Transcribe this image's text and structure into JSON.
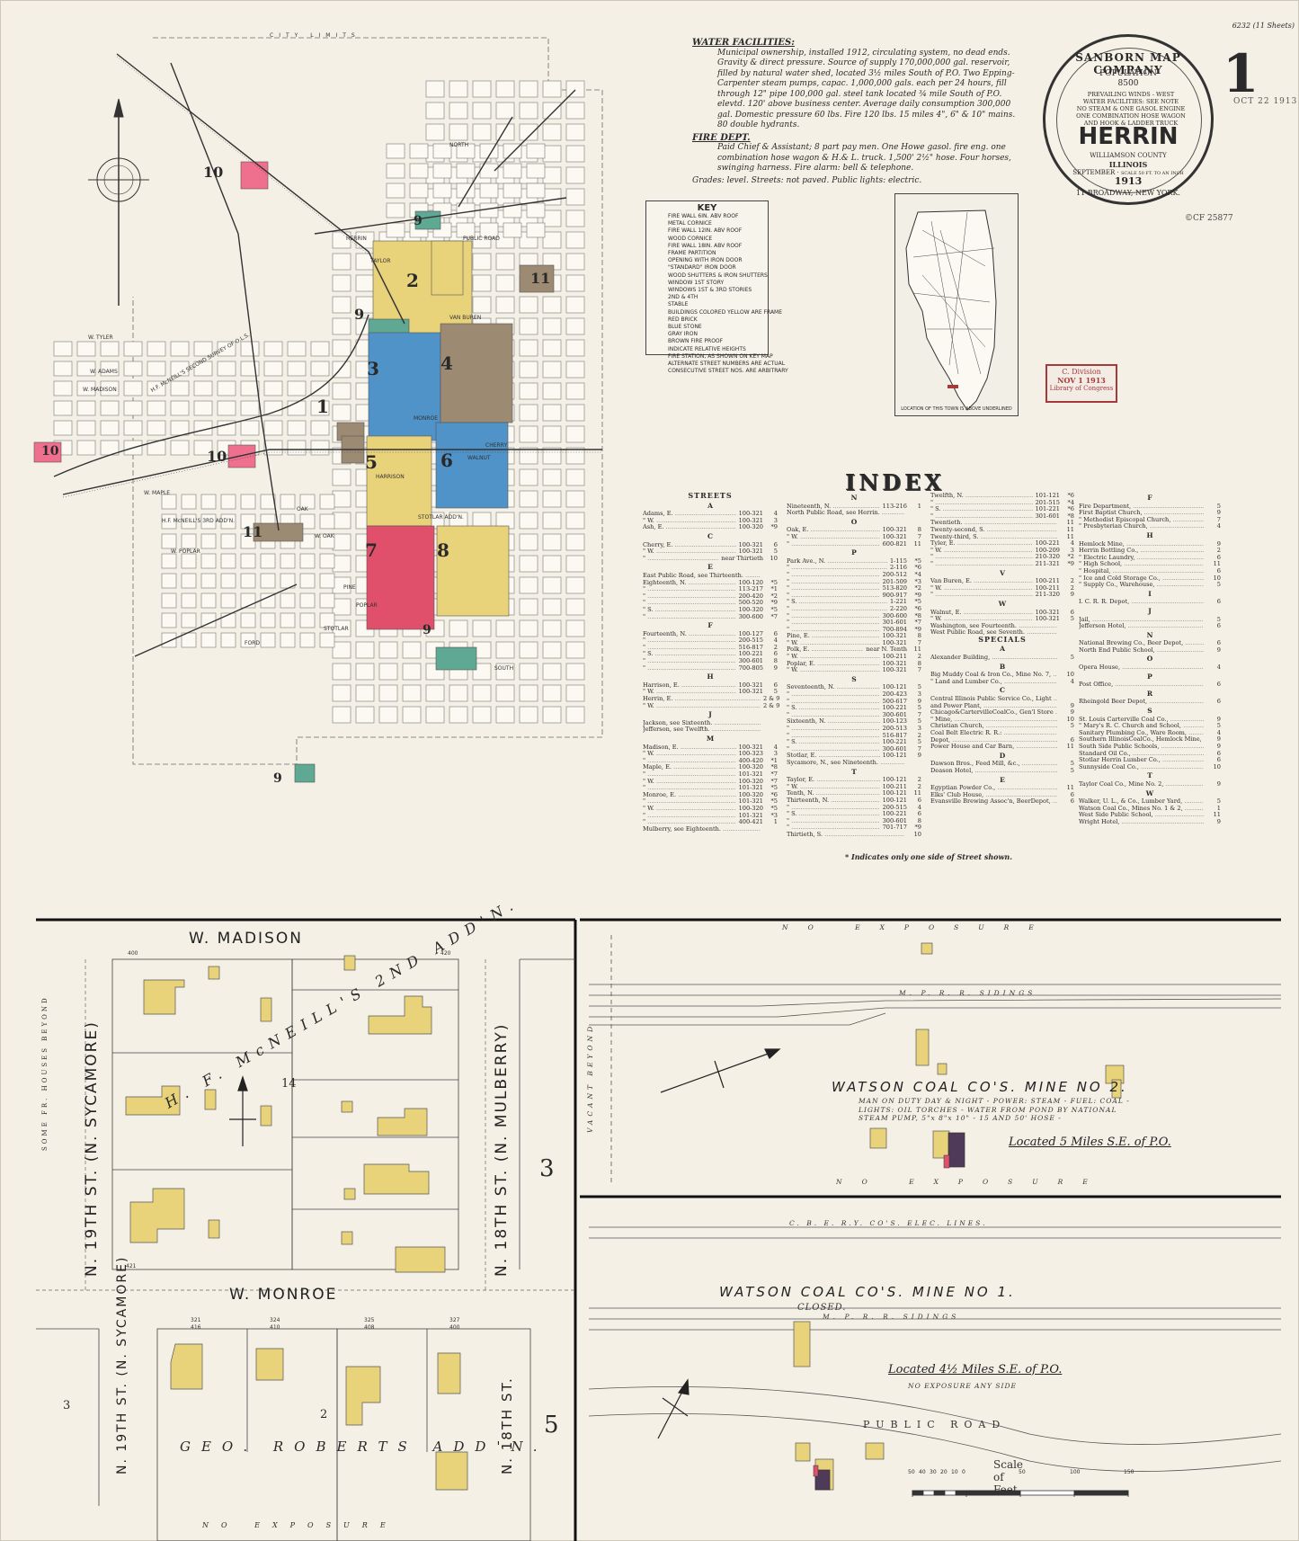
{
  "header": {
    "sheet_ref": "6232 (11 Sheets)",
    "sheet_number": "1",
    "date_stamp": "OCT 22 1913",
    "copyright_no": "©CF 25877"
  },
  "seal": {
    "company": "SANBORN MAP COMPANY",
    "population_label": "POPULATION",
    "population": "8500",
    "notes": [
      "PREVAILING WINDS - WEST",
      "WATER FACILITIES: SEE NOTE",
      "NO STEAM & ONE GASOL ENGINE",
      "ONE COMBINATION HOSE WAGON",
      "AND HOOK & LADDER TRUCK"
    ],
    "city": "HERRIN",
    "county": "WILLIAMSON COUNTY",
    "state": "ILLINOIS",
    "month": "SEPTEMBER",
    "scale": "SCALE 50 FT. TO AN INCH",
    "year": "1913",
    "address": "11 BROADWAY, NEW YORK."
  },
  "notes": {
    "water_heading": "WATER FACILITIES:",
    "water_text": "Municipal ownership, installed 1912, circulating system, no dead ends. Gravity & direct pressure. Source of supply 170,000,000 gal. reservoir, filled by natural water shed, located 3½ miles South of P.O. Two Epping-Carpenter steam pumps, capac. 1,000,000 gals. each per 24 hours, fill through 12\" pipe 100,000 gal. steel tank located ¾ mile South of P.O. elevtd. 120' above business center. Average daily consumption 300,000 gal. Domestic pressure 60 lbs. Fire 120 lbs. 15 miles 4\", 6\" & 10\" mains. 80 double hydrants.",
    "fire_heading": "FIRE DEPT.",
    "fire_text": "Paid Chief & Assistant; 8 part pay men. One Howe gasol. fire eng. one combination hose wagon & H.& L. truck. 1,500' 2½\" hose. Four horses, swinging harness. Fire alarm: bell & telephone.",
    "grades_text": "Grades: level. Streets: not paved. Public lights: electric."
  },
  "key": {
    "title": "KEY",
    "rows": [
      "FIRE WALL 6IN. ABV ROOF",
      "METAL CORNICE",
      "FIRE WALL 12IN. ABV ROOF",
      "WOOD CORNICE",
      "FIRE WALL 18IN. ABV ROOF",
      "FRAME PARTITION",
      "OPENING WITH IRON DOOR",
      "\"STANDARD\" IRON DOOR",
      "WOOD SHUTTERS & IRON SHUTTERS",
      "WINDOW 1ST STORY",
      "WINDOWS 1ST & 3RD STORIES",
      "2ND & 4TH",
      "STABLE",
      "BUILDINGS COLORED YELLOW ARE FRAME",
      "RED BRICK",
      "BLUE STONE",
      "GRAY IRON",
      "BROWN FIRE PROOF",
      "INDICATE RELATIVE HEIGHTS",
      "FIRE STATION, AS SHOWN ON KEY MAP",
      "ALTERNATE STREET NUMBERS ARE ACTUAL",
      "CONSECUTIVE STREET NOS. ARE ARBITRARY"
    ]
  },
  "inset": {
    "caption": "LOCATION OF THIS TOWN IS ABOVE UNDERLINED"
  },
  "library_stamp": {
    "line1": "C. Division",
    "line2": "NOV 1 1913",
    "line3": "Library of Congress"
  },
  "index": {
    "title": "INDEX",
    "footnote": "* Indicates only one side of Street shown.",
    "col1": [
      {
        "h": "STREETS"
      },
      {
        "c": "A"
      },
      {
        "n": "Adams, E.",
        "r": "100-321",
        "s": "4"
      },
      {
        "n": "\" W.",
        "r": "100-321",
        "s": "3"
      },
      {
        "n": "Ash, E.",
        "r": "100-320",
        "s": "*9"
      },
      {
        "c": "C"
      },
      {
        "n": "Cherry, E.",
        "r": "100-321",
        "s": "6"
      },
      {
        "n": "\" W.",
        "r": "100-321",
        "s": "5"
      },
      {
        "n": "\"",
        "r": "near Thirtieth",
        "s": "10"
      },
      {
        "c": "E"
      },
      {
        "n": "East Public Road, see Thirteenth.",
        "r": "",
        "s": ""
      },
      {
        "n": "Eighteenth, N.",
        "r": "100-120",
        "s": "*5"
      },
      {
        "n": "\"",
        "r": "113-217",
        "s": "*1"
      },
      {
        "n": "\"",
        "r": "200-420",
        "s": "*2"
      },
      {
        "n": "\"",
        "r": "500-520",
        "s": "*9"
      },
      {
        "n": "\" S.",
        "r": "100-320",
        "s": "*5"
      },
      {
        "n": "\"",
        "r": "300-600",
        "s": "*7"
      },
      {
        "c": "F"
      },
      {
        "n": "Fourteenth, N.",
        "r": "100-127",
        "s": "6"
      },
      {
        "n": "\"",
        "r": "200-515",
        "s": "4"
      },
      {
        "n": "\"",
        "r": "516-817",
        "s": "2"
      },
      {
        "n": "\" S.",
        "r": "100-221",
        "s": "6"
      },
      {
        "n": "\"",
        "r": "300-601",
        "s": "8"
      },
      {
        "n": "\"",
        "r": "700-805",
        "s": "9"
      },
      {
        "c": "H"
      },
      {
        "n": "Harrison, E.",
        "r": "100-321",
        "s": "6"
      },
      {
        "n": "\" W.",
        "r": "100-321",
        "s": "5"
      },
      {
        "n": "Herrin, E.",
        "r": "",
        "s": "2 & 9"
      },
      {
        "n": "\" W.",
        "r": "",
        "s": "2 & 9"
      },
      {
        "c": "J"
      },
      {
        "n": "Jackson, see Sixteenth.",
        "r": "",
        "s": ""
      },
      {
        "n": "Jefferson, see Twelfth.",
        "r": "",
        "s": ""
      },
      {
        "c": "M"
      },
      {
        "n": "Madison, E.",
        "r": "100-321",
        "s": "4"
      },
      {
        "n": "\" W.",
        "r": "100-323",
        "s": "3"
      },
      {
        "n": "\"",
        "r": "400-420",
        "s": "*1"
      },
      {
        "n": "Maple, E.",
        "r": "100-320",
        "s": "*8"
      },
      {
        "n": "\"",
        "r": "101-321",
        "s": "*7"
      },
      {
        "n": "\" W.",
        "r": "100-320",
        "s": "*7"
      },
      {
        "n": "\"",
        "r": "101-321",
        "s": "*5"
      },
      {
        "n": "Monroe, E.",
        "r": "100-320",
        "s": "*6"
      },
      {
        "n": "\"",
        "r": "101-321",
        "s": "*5"
      },
      {
        "n": "\" W.",
        "r": "100-320",
        "s": "*5"
      },
      {
        "n": "\"",
        "r": "101-321",
        "s": "*3"
      },
      {
        "n": "\"",
        "r": "400-421",
        "s": "1"
      },
      {
        "n": "Mulberry, see Eighteenth.",
        "r": "",
        "s": ""
      }
    ],
    "col2": [
      {
        "c": "N"
      },
      {
        "n": "Nineteenth, N.",
        "r": "113-216",
        "s": "1"
      },
      {
        "n": "North Public Road, see Herrin.",
        "r": "",
        "s": ""
      },
      {
        "c": "O"
      },
      {
        "n": "Oak, E.",
        "r": "100-321",
        "s": "8"
      },
      {
        "n": "\" W.",
        "r": "100-321",
        "s": "7"
      },
      {
        "n": "\"",
        "r": "600-821",
        "s": "11"
      },
      {
        "c": "P"
      },
      {
        "n": "Park Ave., N.",
        "r": "1-115",
        "s": "*5"
      },
      {
        "n": "\"",
        "r": "2-116",
        "s": "*6"
      },
      {
        "n": "\"",
        "r": "200-512",
        "s": "*4"
      },
      {
        "n": "\"",
        "r": "201-509",
        "s": "*3"
      },
      {
        "n": "\"",
        "r": "513-820",
        "s": "*2"
      },
      {
        "n": "\"",
        "r": "900-917",
        "s": "*9"
      },
      {
        "n": "\" S.",
        "r": "1-221",
        "s": "*5"
      },
      {
        "n": "\"",
        "r": "2-220",
        "s": "*6"
      },
      {
        "n": "\"",
        "r": "300-600",
        "s": "*8"
      },
      {
        "n": "\"",
        "r": "301-601",
        "s": "*7"
      },
      {
        "n": "\"",
        "r": "700-894",
        "s": "*9"
      },
      {
        "n": "Pine, E.",
        "r": "100-321",
        "s": "8"
      },
      {
        "n": "\" W.",
        "r": "100-321",
        "s": "7"
      },
      {
        "n": "Polk, E.",
        "r": "near N. Tenth",
        "s": "11"
      },
      {
        "n": "\" W.",
        "r": "100-211",
        "s": "2"
      },
      {
        "n": "Poplar, E.",
        "r": "100-321",
        "s": "8"
      },
      {
        "n": "\" W.",
        "r": "100-321",
        "s": "7"
      },
      {
        "c": "S"
      },
      {
        "n": "Seventeenth, N.",
        "r": "100-121",
        "s": "5"
      },
      {
        "n": "\"",
        "r": "200-423",
        "s": "3"
      },
      {
        "n": "\"",
        "r": "500-617",
        "s": "9"
      },
      {
        "n": "\" S.",
        "r": "100-221",
        "s": "5"
      },
      {
        "n": "\"",
        "r": "300-601",
        "s": "7"
      },
      {
        "n": "Sixteenth, N.",
        "r": "100-123",
        "s": "5"
      },
      {
        "n": "\"",
        "r": "200-513",
        "s": "3"
      },
      {
        "n": "\"",
        "r": "516-817",
        "s": "2"
      },
      {
        "n": "\" S.",
        "r": "100-221",
        "s": "5"
      },
      {
        "n": "\"",
        "r": "300-601",
        "s": "7"
      },
      {
        "n": "Stotlar, E.",
        "r": "100-121",
        "s": "9"
      },
      {
        "n": "Sycamore, N., see Nineteenth.",
        "r": "",
        "s": ""
      },
      {
        "c": "T"
      },
      {
        "n": "Taylor, E.",
        "r": "100-121",
        "s": "2"
      },
      {
        "n": "\" W.",
        "r": "100-211",
        "s": "2"
      },
      {
        "n": "Tenth, N.",
        "r": "100-121",
        "s": "11"
      },
      {
        "n": "Thirteenth, N.",
        "r": "100-121",
        "s": "6"
      },
      {
        "n": "\"",
        "r": "200-515",
        "s": "4"
      },
      {
        "n": "\" S.",
        "r": "100-221",
        "s": "6"
      },
      {
        "n": "\"",
        "r": "300-601",
        "s": "8"
      },
      {
        "n": "\"",
        "r": "701-717",
        "s": "*9"
      },
      {
        "n": "Thirtieth, S.",
        "r": "",
        "s": "10"
      }
    ],
    "col3": [
      {
        "n": "Twelfth, N.",
        "r": "101-121",
        "s": "*6"
      },
      {
        "n": "\"",
        "r": "201-515",
        "s": "*4"
      },
      {
        "n": "\" S.",
        "r": "101-221",
        "s": "*6"
      },
      {
        "n": "\"",
        "r": "301-601",
        "s": "*8"
      },
      {
        "n": "Twentieth.",
        "r": "",
        "s": "11"
      },
      {
        "n": "Twenty-second, S.",
        "r": "",
        "s": "11"
      },
      {
        "n": "Twenty-third, S.",
        "r": "",
        "s": "11"
      },
      {
        "n": "Tyler, E.",
        "r": "100-221",
        "s": "4"
      },
      {
        "n": "\" W.",
        "r": "100-209",
        "s": "3"
      },
      {
        "n": "\"",
        "r": "210-320",
        "s": "*2"
      },
      {
        "n": "\"",
        "r": "211-321",
        "s": "*9"
      },
      {
        "c": "V"
      },
      {
        "n": "Van Buren, E.",
        "r": "100-211",
        "s": "2"
      },
      {
        "n": "\" W.",
        "r": "100-211",
        "s": "2"
      },
      {
        "n": "\"",
        "r": "211-320",
        "s": "9"
      },
      {
        "c": "W"
      },
      {
        "n": "Walnut, E.",
        "r": "100-321",
        "s": "6"
      },
      {
        "n": "\" W.",
        "r": "100-321",
        "s": "5"
      },
      {
        "n": "Washington, see Fourteenth.",
        "r": "",
        "s": ""
      },
      {
        "n": "West Public Road, see Seventh.",
        "r": "",
        "s": ""
      },
      {
        "h": "SPECIALS"
      },
      {
        "c": "A"
      },
      {
        "n": "Alexander Building,",
        "r": "",
        "s": "5"
      },
      {
        "c": "B"
      },
      {
        "n": "Big Muddy Coal & Iron Co., Mine No. 7,",
        "r": "",
        "s": "10"
      },
      {
        "n": "\" Land and Lumber Co.,",
        "r": "",
        "s": "4"
      },
      {
        "c": "C"
      },
      {
        "n": "Central Illinois Public Service Co., Light",
        "r": "",
        "s": ""
      },
      {
        "n": "and Power Plant,",
        "r": "",
        "s": "9"
      },
      {
        "n": "Chicago&CartervilleCoalCo., Gen'l Store",
        "r": "",
        "s": "9"
      },
      {
        "n": "\" Mine,",
        "r": "",
        "s": "10"
      },
      {
        "n": "Christian Church,",
        "r": "",
        "s": "5"
      },
      {
        "n": "Coal Belt Electric R. R.:",
        "r": "",
        "s": ""
      },
      {
        "n": "Depot,",
        "r": "",
        "s": "6"
      },
      {
        "n": "Power House and Car Barn,",
        "r": "",
        "s": "11"
      },
      {
        "c": "D"
      },
      {
        "n": "Dawson Bros., Feed Mill, &c.,",
        "r": "",
        "s": "5"
      },
      {
        "n": "Deason Hotel,",
        "r": "",
        "s": "5"
      },
      {
        "c": "E"
      },
      {
        "n": "Egyptian Powder Co.,",
        "r": "",
        "s": "11"
      },
      {
        "n": "Elks' Club House,",
        "r": "",
        "s": "6"
      },
      {
        "n": "Evansville Brewing Assoc'n, BeerDepot,",
        "r": "",
        "s": "6"
      }
    ],
    "col4": [
      {
        "c": "F"
      },
      {
        "n": "Fire Department,",
        "r": "",
        "s": "5"
      },
      {
        "n": "First Baptist Church,",
        "r": "",
        "s": "9"
      },
      {
        "n": "\" Methodist Episcopal Church,",
        "r": "",
        "s": "7"
      },
      {
        "n": "\" Presbyterian Church,",
        "r": "",
        "s": "4"
      },
      {
        "c": "H"
      },
      {
        "n": "Hemlock Mine,",
        "r": "",
        "s": "9"
      },
      {
        "n": "Herrin Bottling Co.,",
        "r": "",
        "s": "2"
      },
      {
        "n": "\" Electric Laundry,",
        "r": "",
        "s": "6"
      },
      {
        "n": "\" High School,",
        "r": "",
        "s": "11"
      },
      {
        "n": "\" Hospital,",
        "r": "",
        "s": "6"
      },
      {
        "n": "\" Ice and Cold Storage Co.,",
        "r": "",
        "s": "10"
      },
      {
        "n": "\" Supply Co., Warehouse,",
        "r": "",
        "s": "5"
      },
      {
        "c": "I"
      },
      {
        "n": "I. C. R. R. Depot,",
        "r": "",
        "s": "6"
      },
      {
        "c": "J"
      },
      {
        "n": "Jail,",
        "r": "",
        "s": "5"
      },
      {
        "n": "Jefferson Hotel,",
        "r": "",
        "s": "6"
      },
      {
        "c": "N"
      },
      {
        "n": "National Brewing Co., Beer Depot,",
        "r": "",
        "s": "6"
      },
      {
        "n": "North End Public School,",
        "r": "",
        "s": "9"
      },
      {
        "c": "O"
      },
      {
        "n": "Opera House,",
        "r": "",
        "s": "4"
      },
      {
        "c": "P"
      },
      {
        "n": "Post Office,",
        "r": "",
        "s": "6"
      },
      {
        "c": "R"
      },
      {
        "n": "Rheingold Beer Depot,",
        "r": "",
        "s": "6"
      },
      {
        "c": "S"
      },
      {
        "n": "St. Louis Carterville Coal Co.,",
        "r": "",
        "s": "9"
      },
      {
        "n": "\" Mary's R. C. Church and School,",
        "r": "",
        "s": "5"
      },
      {
        "n": "Sanitary Plumbing Co., Ware Room,",
        "r": "",
        "s": "4"
      },
      {
        "n": "Southern IllinoisCoalCo., Hemlock Mine,",
        "r": "",
        "s": "9"
      },
      {
        "n": "South Side Public Schools,",
        "r": "",
        "s": "9"
      },
      {
        "n": "Standard Oil Co.,",
        "r": "",
        "s": "6"
      },
      {
        "n": "Stotlar Herrin Lumber Co.,",
        "r": "",
        "s": "6"
      },
      {
        "n": "Sunnyside Coal Co.,",
        "r": "",
        "s": "10"
      },
      {
        "c": "T"
      },
      {
        "n": "Taylor Coal Co., Mine No. 2,",
        "r": "",
        "s": "9"
      },
      {
        "c": "W"
      },
      {
        "n": "Walker, U. L., & Co., Lumber Yard,",
        "r": "",
        "s": "5"
      },
      {
        "n": "Watson Coal Co., Mines No. 1 & 2,",
        "r": "",
        "s": "1"
      },
      {
        "n": "West Side Public School,",
        "r": "",
        "s": "11"
      },
      {
        "n": "Wright Hotel,",
        "r": "",
        "s": "9"
      }
    ]
  },
  "key_map": {
    "block_numbers": [
      "1",
      "2",
      "3",
      "4",
      "5",
      "6",
      "7",
      "8",
      "9",
      "9",
      "9",
      "9",
      "10",
      "10",
      "10",
      "11",
      "11"
    ],
    "street_labels": [
      "W. TYLER",
      "W. ADAMS",
      "W. MADISON",
      "MONROE",
      "W. MAPLE",
      "W. POPLAR",
      "W. OAK",
      "STOTLAR",
      "HERRIN",
      "PUBLIC ROAD",
      "VAN BUREN",
      "TAYLOR",
      "FORD",
      "CHERRY",
      "WALNUT",
      "HARRISON",
      "PINE",
      "POPLAR",
      "OAK",
      "SOUTH",
      "NORTH"
    ],
    "labels": [
      "H.F. McNEILL'S SECOND SURVEY OF O.L.S.",
      "H.F. McNEILL'S 3RD ADD'N.",
      "STOTLAR ADD'N.",
      "CITY LIMITS"
    ]
  },
  "detail_map": {
    "streets": {
      "top": "W. MADISON",
      "bottom": "W. MONROE",
      "left": "N. 19TH ST. (N. SYCAMORE)",
      "right": "N. 18TH ST. (N. MULBERRY)",
      "left2": "N. 19TH ST. (N. SYCAMORE)",
      "right2": "N. 18TH ST."
    },
    "addition1": "H. F. McNEILL'S 2ND ADD'N.",
    "addition2": "GEO. ROBERTS ADD'N.",
    "block1": "14",
    "block2": "2",
    "adj_left": "3",
    "adj_right_top": "3",
    "adj_right_bottom": "5",
    "side_note": "SOME FR. HOUSES BEYOND",
    "exposure": "NO EXPOSURE",
    "lot_numbers": [
      "400",
      "420",
      "421",
      "321",
      "324",
      "325",
      "327",
      "416",
      "410",
      "408",
      "400"
    ]
  },
  "mines": {
    "mine2_title": "WATSON COAL CO'S. MINE NO 2.",
    "mine2_notes": [
      "MAN ON DUTY DAY & NIGHT - POWER: STEAM - FUEL: COAL -",
      "LIGHTS: OIL TORCHES - WATER FROM POND BY NATIONAL",
      "STEAM PUMP, 5\"x 8\"x 10\" - 15 AND 50' HOSE -"
    ],
    "mine2_located": "Located 5 Miles S.E. of P.O.",
    "mine1_title": "WATSON COAL CO'S. MINE NO 1.",
    "mine1_sub": "CLOSED.",
    "mine1_located": "Located 4½ Miles S.E. of P.O.",
    "mine1_exposure": "NO EXPOSURE ANY SIDE",
    "railroad": "M. P. R. R.   SIDINGS",
    "elec_lines": "C. B. E. R.Y. CO'S.   ELEC. LINES.",
    "public_road": "PUBLIC   ROAD",
    "no_exposure": "NO EXPOSURE",
    "vacant": "VACANT BEYOND",
    "scale_label": "Scale of Feet.",
    "scale_ticks": [
      "50",
      "40",
      "30",
      "20",
      "10",
      "0",
      "50",
      "100",
      "150"
    ]
  },
  "colors": {
    "paper": "#f4f0e6",
    "frame": "#e8d27a",
    "brick": "#e0506b",
    "stone": "#4f93c8",
    "iron": "#b8b8b8",
    "fireproof": "#9d8a73",
    "teal": "#5fa893",
    "pink": "#ef6f8e"
  }
}
